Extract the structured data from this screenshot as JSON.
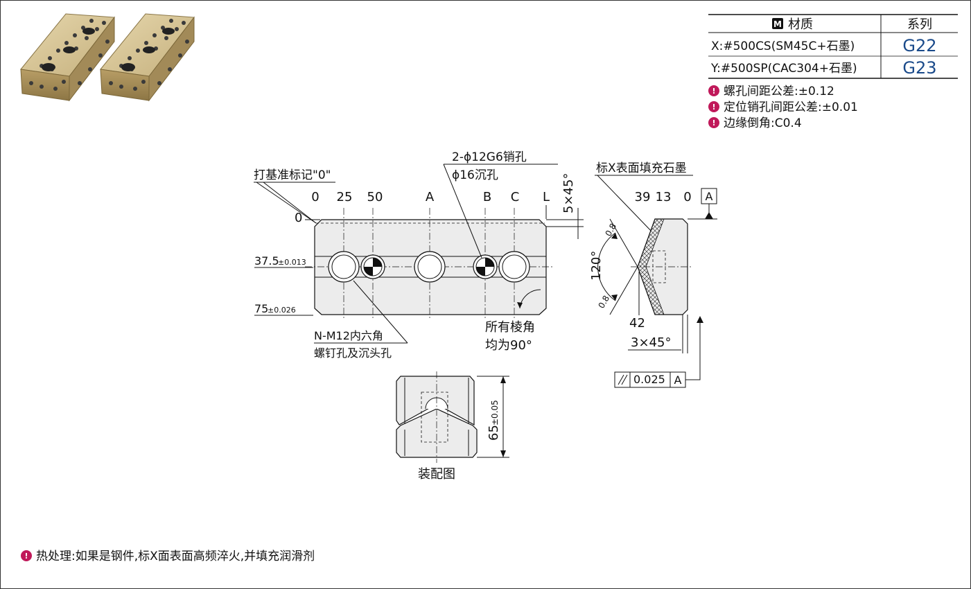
{
  "spec_table": {
    "material_icon": "M",
    "header_material": "材质",
    "header_series": "系列",
    "rows": [
      {
        "material": "X:#500CS(SM45C+石墨)",
        "series": "G22"
      },
      {
        "material": "Y:#500SP(CAC304+石墨)",
        "series": "G23"
      }
    ]
  },
  "notes": [
    "螺孔间距公差:±0.12",
    "定位销孔间距公差:±0.01",
    "边缘倒角:C0.4"
  ],
  "front_view": {
    "datum_mark_label": "打基准标记\"0\"",
    "x_dims": [
      "0",
      "25",
      "50",
      "A",
      "B",
      "C",
      "L"
    ],
    "y_zero": "0",
    "y1_value": "37.5",
    "y1_tol": "±0.013",
    "y2_value": "75",
    "y2_tol": "±0.026",
    "pin_hole_line1": "2-ϕ12G6销孔",
    "pin_hole_line2": "ϕ16沉孔",
    "chamfer_top": "5×45°",
    "screw_hole_line1": "N-M12内六角",
    "screw_hole_line2": "螺钉孔及沉头孔",
    "corner_note_line1": "所有棱角",
    "corner_note_line2": "均为90°"
  },
  "side_view": {
    "graphite_note": "标X表面填充石墨",
    "dims_top": [
      "39",
      "13",
      "0"
    ],
    "datum": "A",
    "angle": "120°",
    "roughness": [
      "0.8",
      "0.8"
    ],
    "dim_42": "42",
    "chamfer": "3×45°",
    "parallel_tol": "0.025",
    "parallel_datum": "A"
  },
  "assembly_view": {
    "height_value": "65",
    "height_tol": "±0.05",
    "caption": "装配图"
  },
  "heat_treatment_note": "热处理:如果是钢件,标X面表面高频淬火,并填充润滑剂",
  "colors": {
    "note_icon": "#c0195a",
    "series_text": "#1a4a8a",
    "bronze": "#b8a070",
    "graphite_dot": "#3a3a3a"
  }
}
